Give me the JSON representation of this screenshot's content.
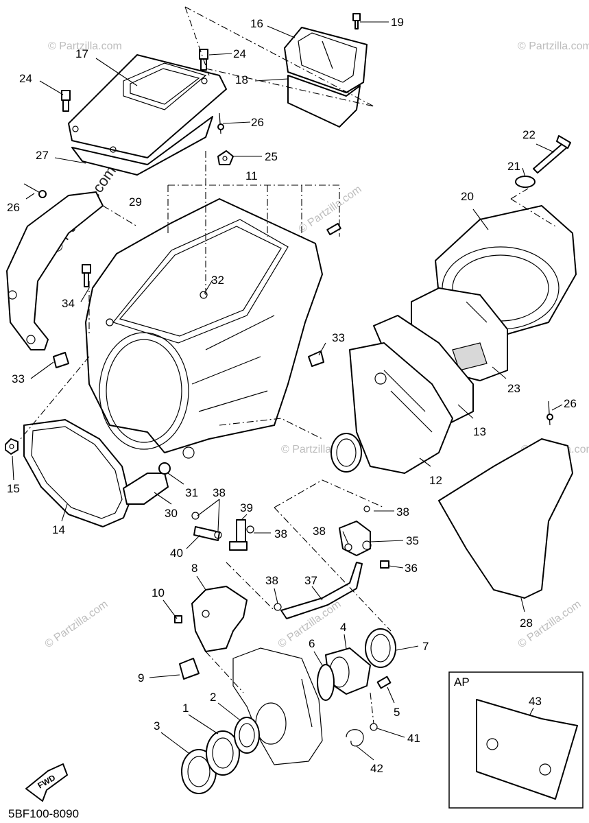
{
  "diagram": {
    "drawing_code": "5BF100-8090",
    "watermark": "© Partzilla.com",
    "fwd_label": "FWD",
    "inset_label": "AP",
    "callouts": {
      "c1": "1",
      "c2": "2",
      "c3": "3",
      "c4": "4",
      "c5": "5",
      "c6": "6",
      "c7": "7",
      "c8": "8",
      "c9": "9",
      "c10": "10",
      "c11": "11",
      "c12": "12",
      "c13": "13",
      "c14": "14",
      "c15": "15",
      "c16": "16",
      "c17": "17",
      "c18": "18",
      "c19": "19",
      "c20": "20",
      "c21": "21",
      "c22": "22",
      "c23": "23",
      "c24a": "24",
      "c24b": "24",
      "c25": "25",
      "c26a": "26",
      "c26b": "26",
      "c26c": "26",
      "c27": "27",
      "c28": "28",
      "c29": "29",
      "c30": "30",
      "c31": "31",
      "c32": "32",
      "c33a": "33",
      "c33b": "33",
      "c34": "34",
      "c35": "35",
      "c36": "36",
      "c37": "37",
      "c38a": "38",
      "c38b": "38",
      "c38c": "38",
      "c38d": "38",
      "c38e": "38",
      "c39": "39",
      "c40": "40",
      "c41": "41",
      "c42": "42",
      "c43": "43"
    }
  }
}
